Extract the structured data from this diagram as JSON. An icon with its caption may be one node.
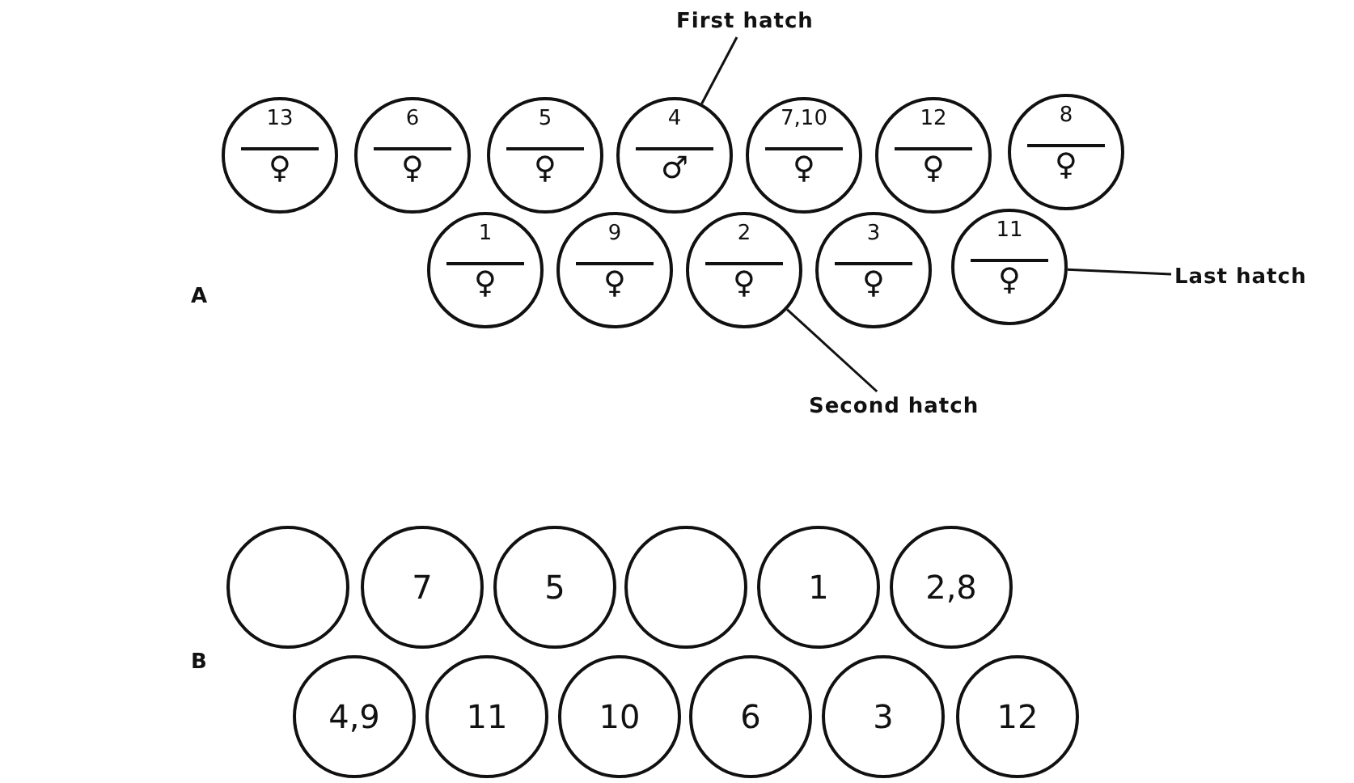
{
  "diagram": {
    "nodes": [
      {
        "text": [
          "13",
          "♀"
        ]
      },
      {
        "text": [
          "6",
          "♀"
        ]
      },
      {
        "text": [
          "5",
          "♀"
        ]
      },
      {
        "text": [
          "4",
          "♂"
        ]
      },
      {
        "text": [
          "7,10",
          "♀"
        ]
      },
      {
        "text": [
          "12",
          "♀"
        ]
      },
      {
        "text": [
          "8",
          "♀"
        ]
      },
      {
        "text": [
          "1",
          "♀"
        ]
      },
      {
        "text": [
          "9",
          "♀"
        ]
      },
      {
        "text": [
          "2",
          "♀"
        ]
      },
      {
        "text": [
          "3",
          "♀"
        ]
      },
      {
        "text": [
          "11",
          "♀"
        ]
      },
      {
        "text": [
          "First hatch"
        ]
      },
      {
        "text": [
          "Second hatch"
        ]
      },
      {
        "text": [
          "Last hatch"
        ]
      },
      {
        "text": [],
        "shape": "circle"
      },
      {
        "text": [
          "7"
        ]
      },
      {
        "text": [
          "5"
        ]
      },
      {
        "text": [],
        "shape": "circle"
      },
      {
        "text": [
          "1"
        ]
      },
      {
        "text": [
          "2,8"
        ]
      },
      {
        "text": [
          "4,9"
        ]
      },
      {
        "text": [
          "11"
        ]
      },
      {
        "text": [
          "10"
        ]
      },
      {
        "text": [
          "6"
        ]
      },
      {
        "text": [
          "3"
        ]
      },
      {
        "text": [
          "12"
        ]
      }
    ],
    "edges": [
      {
        "from": 12,
        "to": 3,
        "arrow": "none"
      },
      {
        "from": 13,
        "to": 9,
        "arrow": "none"
      },
      {
        "from": 14,
        "to": 11,
        "arrow": "none"
      }
    ],
    "labels": [
      "A",
      "B"
    ]
  }
}
